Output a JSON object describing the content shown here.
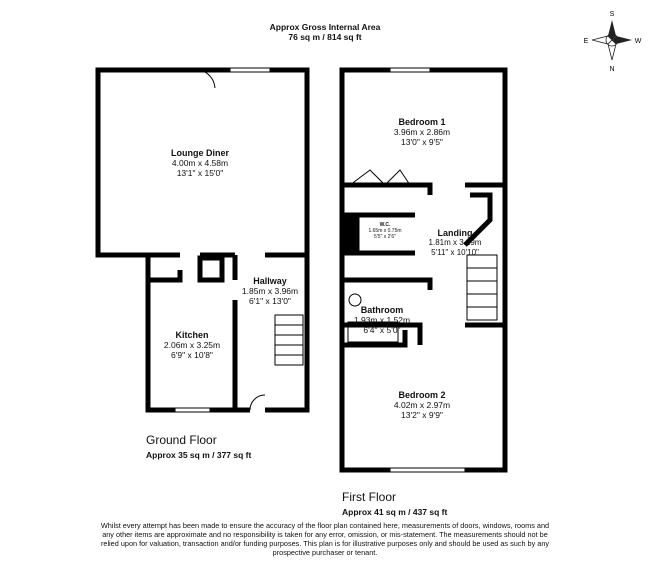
{
  "header": {
    "title": "Approx Gross Internal Area",
    "area": "76 sq m / 814 sq ft"
  },
  "compass": {
    "icon": "compass-rose-icon",
    "labels": [
      "S",
      "E",
      "W",
      "N"
    ]
  },
  "floors": [
    {
      "name": "Ground Floor",
      "area": "Approx 35 sq m / 377 sq ft",
      "rooms": [
        {
          "name": "Lounge Diner",
          "metric": "4.00m x 4.58m",
          "imperial": "13'1\" x 15'0\""
        },
        {
          "name": "Hallway",
          "metric": "1.85m x 3.96m",
          "imperial": "6'1\" x 13'0\""
        },
        {
          "name": "Kitchen",
          "metric": "2.06m x 3.25m",
          "imperial": "6'9\" x 10'8\""
        }
      ]
    },
    {
      "name": "First Floor",
      "area": "Approx 41 sq m / 437 sq ft",
      "rooms": [
        {
          "name": "Bedroom 1",
          "metric": "3.96m x 2.86m",
          "imperial": "13'0\" x 9'5\""
        },
        {
          "name": "W.C.",
          "metric": "1.65m x 0.75m",
          "imperial": "5'5\" x 2'6\""
        },
        {
          "name": "Landing",
          "metric": "1.81m x 3.29m",
          "imperial": "5'11\" x 10'10\""
        },
        {
          "name": "Bathroom",
          "metric": "1.93m x 1.52m",
          "imperial": "6'4\" x 5'0\""
        },
        {
          "name": "Bedroom 2",
          "metric": "4.02m x 2.97m",
          "imperial": "13'2\" x 9'9\""
        }
      ]
    }
  ],
  "disclaimer": "Whilst every attempt has been made to ensure the accuracy of the floor plan contained here, measurements of doors, windows, rooms and any other items are approximate and no responsibility is taken for any error, omission, or mis-statement. The measurements should not be relied upon for valuation, transaction and/or funding purposes. This plan is for illustrative purposes only and should be used as such by any prospective purchaser or tenant."
}
